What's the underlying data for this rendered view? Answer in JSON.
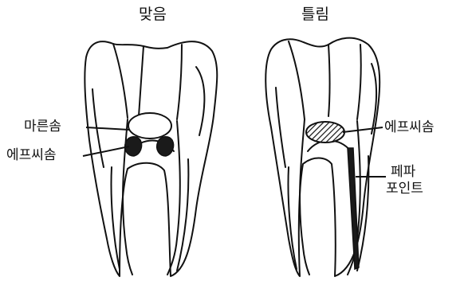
{
  "panels": {
    "correct": {
      "heading": "맞음",
      "labels": {
        "cotton": "마른솜",
        "ether_cotton": "에프씨솜"
      }
    },
    "wrong": {
      "heading": "틀림",
      "labels": {
        "ether_cotton": "에프씨솜",
        "paper_point_line1": "페파",
        "paper_point_line2": "포인트"
      }
    }
  },
  "colors": {
    "ink": "#111111",
    "background": "#ffffff"
  }
}
